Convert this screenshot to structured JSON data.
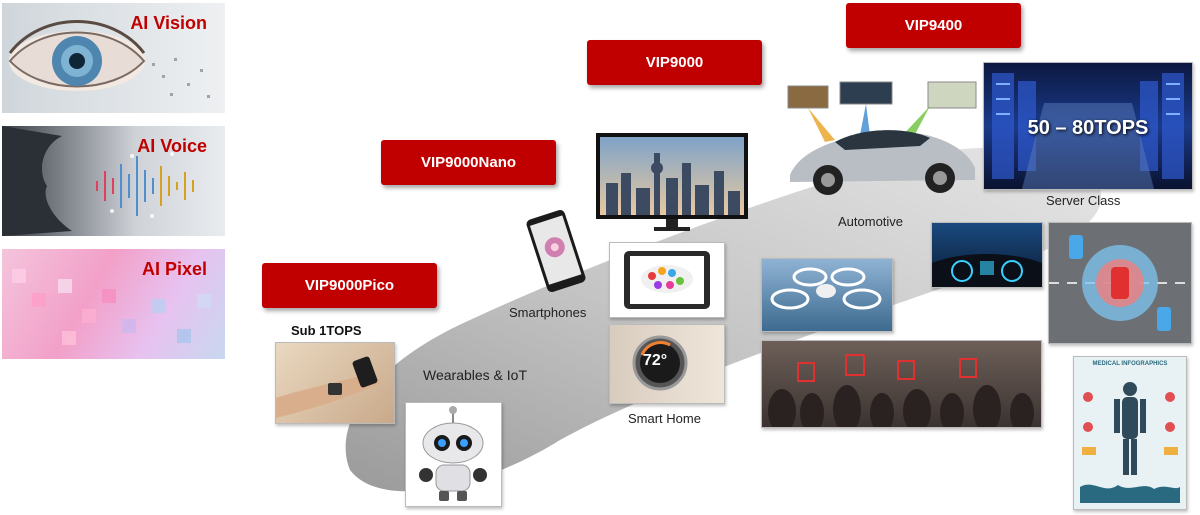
{
  "tiles": {
    "vision": "AI Vision",
    "voice": "AI Voice",
    "pixel": "AI Pixel"
  },
  "tiers": {
    "pico": "VIP9000Pico",
    "nano": "VIP9000Nano",
    "vip9000": "VIP9000",
    "vip9400": "VIP9400"
  },
  "labels": {
    "sub_tops": "Sub 1TOPS",
    "wearables": "Wearables & IoT",
    "smartphones": "Smartphones",
    "smart_home": "Smart Home",
    "automotive": "Automotive",
    "server_class": "Server Class",
    "server_tops": "50 – 80TOPS",
    "thermostat": "72°",
    "medical_title": "MEDICAL INFOGRAPHICS"
  },
  "colors": {
    "accent_red": "#c00000",
    "band_gray": "#c8c8c8"
  }
}
